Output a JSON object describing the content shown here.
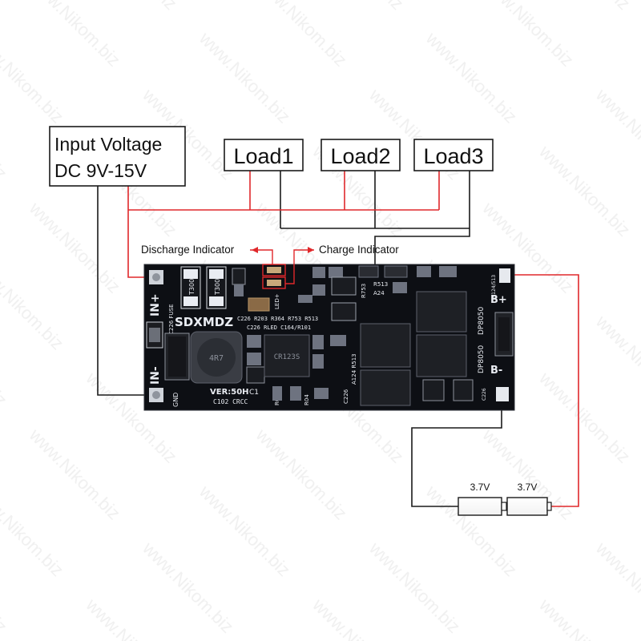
{
  "labels": {
    "input_voltage_line1": "Input Voltage",
    "input_voltage_line2": "DC 9V-15V",
    "load1": "Load1",
    "load2": "Load2",
    "load3": "Load3",
    "discharge_indicator": "Discharge Indicator",
    "charge_indicator": "Charge Indicator",
    "battery1_voltage": "3.7V",
    "battery2_voltage": "3.7V"
  },
  "board_silkscreen": {
    "brand": "SDXMDZ",
    "version": "VER:50H",
    "in_plus": "IN+",
    "in_minus": "IN-",
    "fuse": "C226 FUSE",
    "gnd": "GND",
    "b_plus": "B+",
    "b_minus": "B-",
    "t300_a": "T300",
    "t300_b": "T300",
    "led_plus": "LED+",
    "row1": "C226  R203  R364 R753 R513",
    "row2": "C226 RLED C164/R101",
    "c1": "C1",
    "bottom": "C102  CRCC",
    "r02": "R02",
    "r04": "R04",
    "r513": "R513",
    "a24": "A24",
    "r753": "R753",
    "a124_r513": "A124 R513",
    "c226_side": "C226",
    "dp8050_top": "DP8050",
    "dp8050_bot": "DP8050",
    "r124_513": "R124/513",
    "c226_right": "C226",
    "chip_cr123s": "CR123S",
    "inductor": "4R7"
  },
  "watermark": "www.Nikom.biz",
  "colors": {
    "wire_red": "#e0282b",
    "wire_black": "#1a1a1a",
    "pcb": "#0d0f14",
    "silkscreen": "#e9ecf2"
  }
}
